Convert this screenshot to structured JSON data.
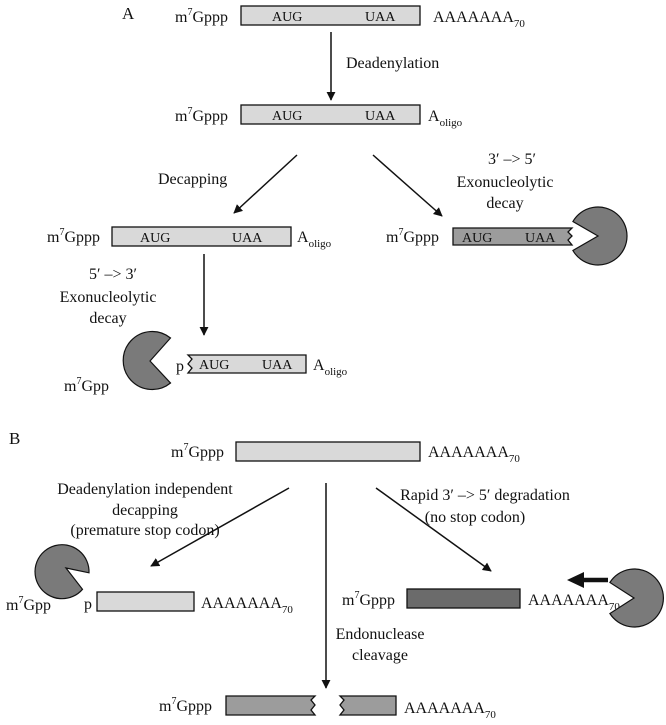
{
  "colors": {
    "stroke": "#111111",
    "mrna_light": "#d9d9d9",
    "mrna_mid": "#9c9c9c",
    "mrna_dark": "#6b6b6b",
    "pacman": "#7a7a7a"
  },
  "panel_a": {
    "label": "A",
    "cap_m": "m",
    "cap_sup": "7",
    "cap_gppp": "Gppp",
    "cap_gpp": "Gpp",
    "p_label": "p",
    "start_codon": "AUG",
    "stop_codon": "UAA",
    "tail_full": "AAAAAAA",
    "tail_full_sub": "70",
    "tail_oligo": "A",
    "tail_oligo_sub": "oligo",
    "deadenylation": "Deadenylation",
    "decapping": "Decapping",
    "exo_35_line1": "3′ –> 5′",
    "exo_35_line2": "Exonucleolytic",
    "exo_35_line3": "decay",
    "exo_53_line1": "5′ –> 3′",
    "exo_53_line2": "Exonucleolytic",
    "exo_53_line3": "decay"
  },
  "panel_b": {
    "label": "B",
    "cap_m": "m",
    "cap_sup": "7",
    "cap_gppp": "Gppp",
    "cap_gpp": "Gpp",
    "p_label": "p",
    "tail_full": "AAAAAAA",
    "tail_full_sub": "70",
    "left_line1": "Deadenylation independent",
    "left_line2": "decapping",
    "left_line3": "(premature stop codon)",
    "right_line1": "Rapid 3′ –> 5′ degradation",
    "right_line2": "(no stop codon)",
    "endo_line1": "Endonuclease",
    "endo_line2": "cleavage"
  }
}
